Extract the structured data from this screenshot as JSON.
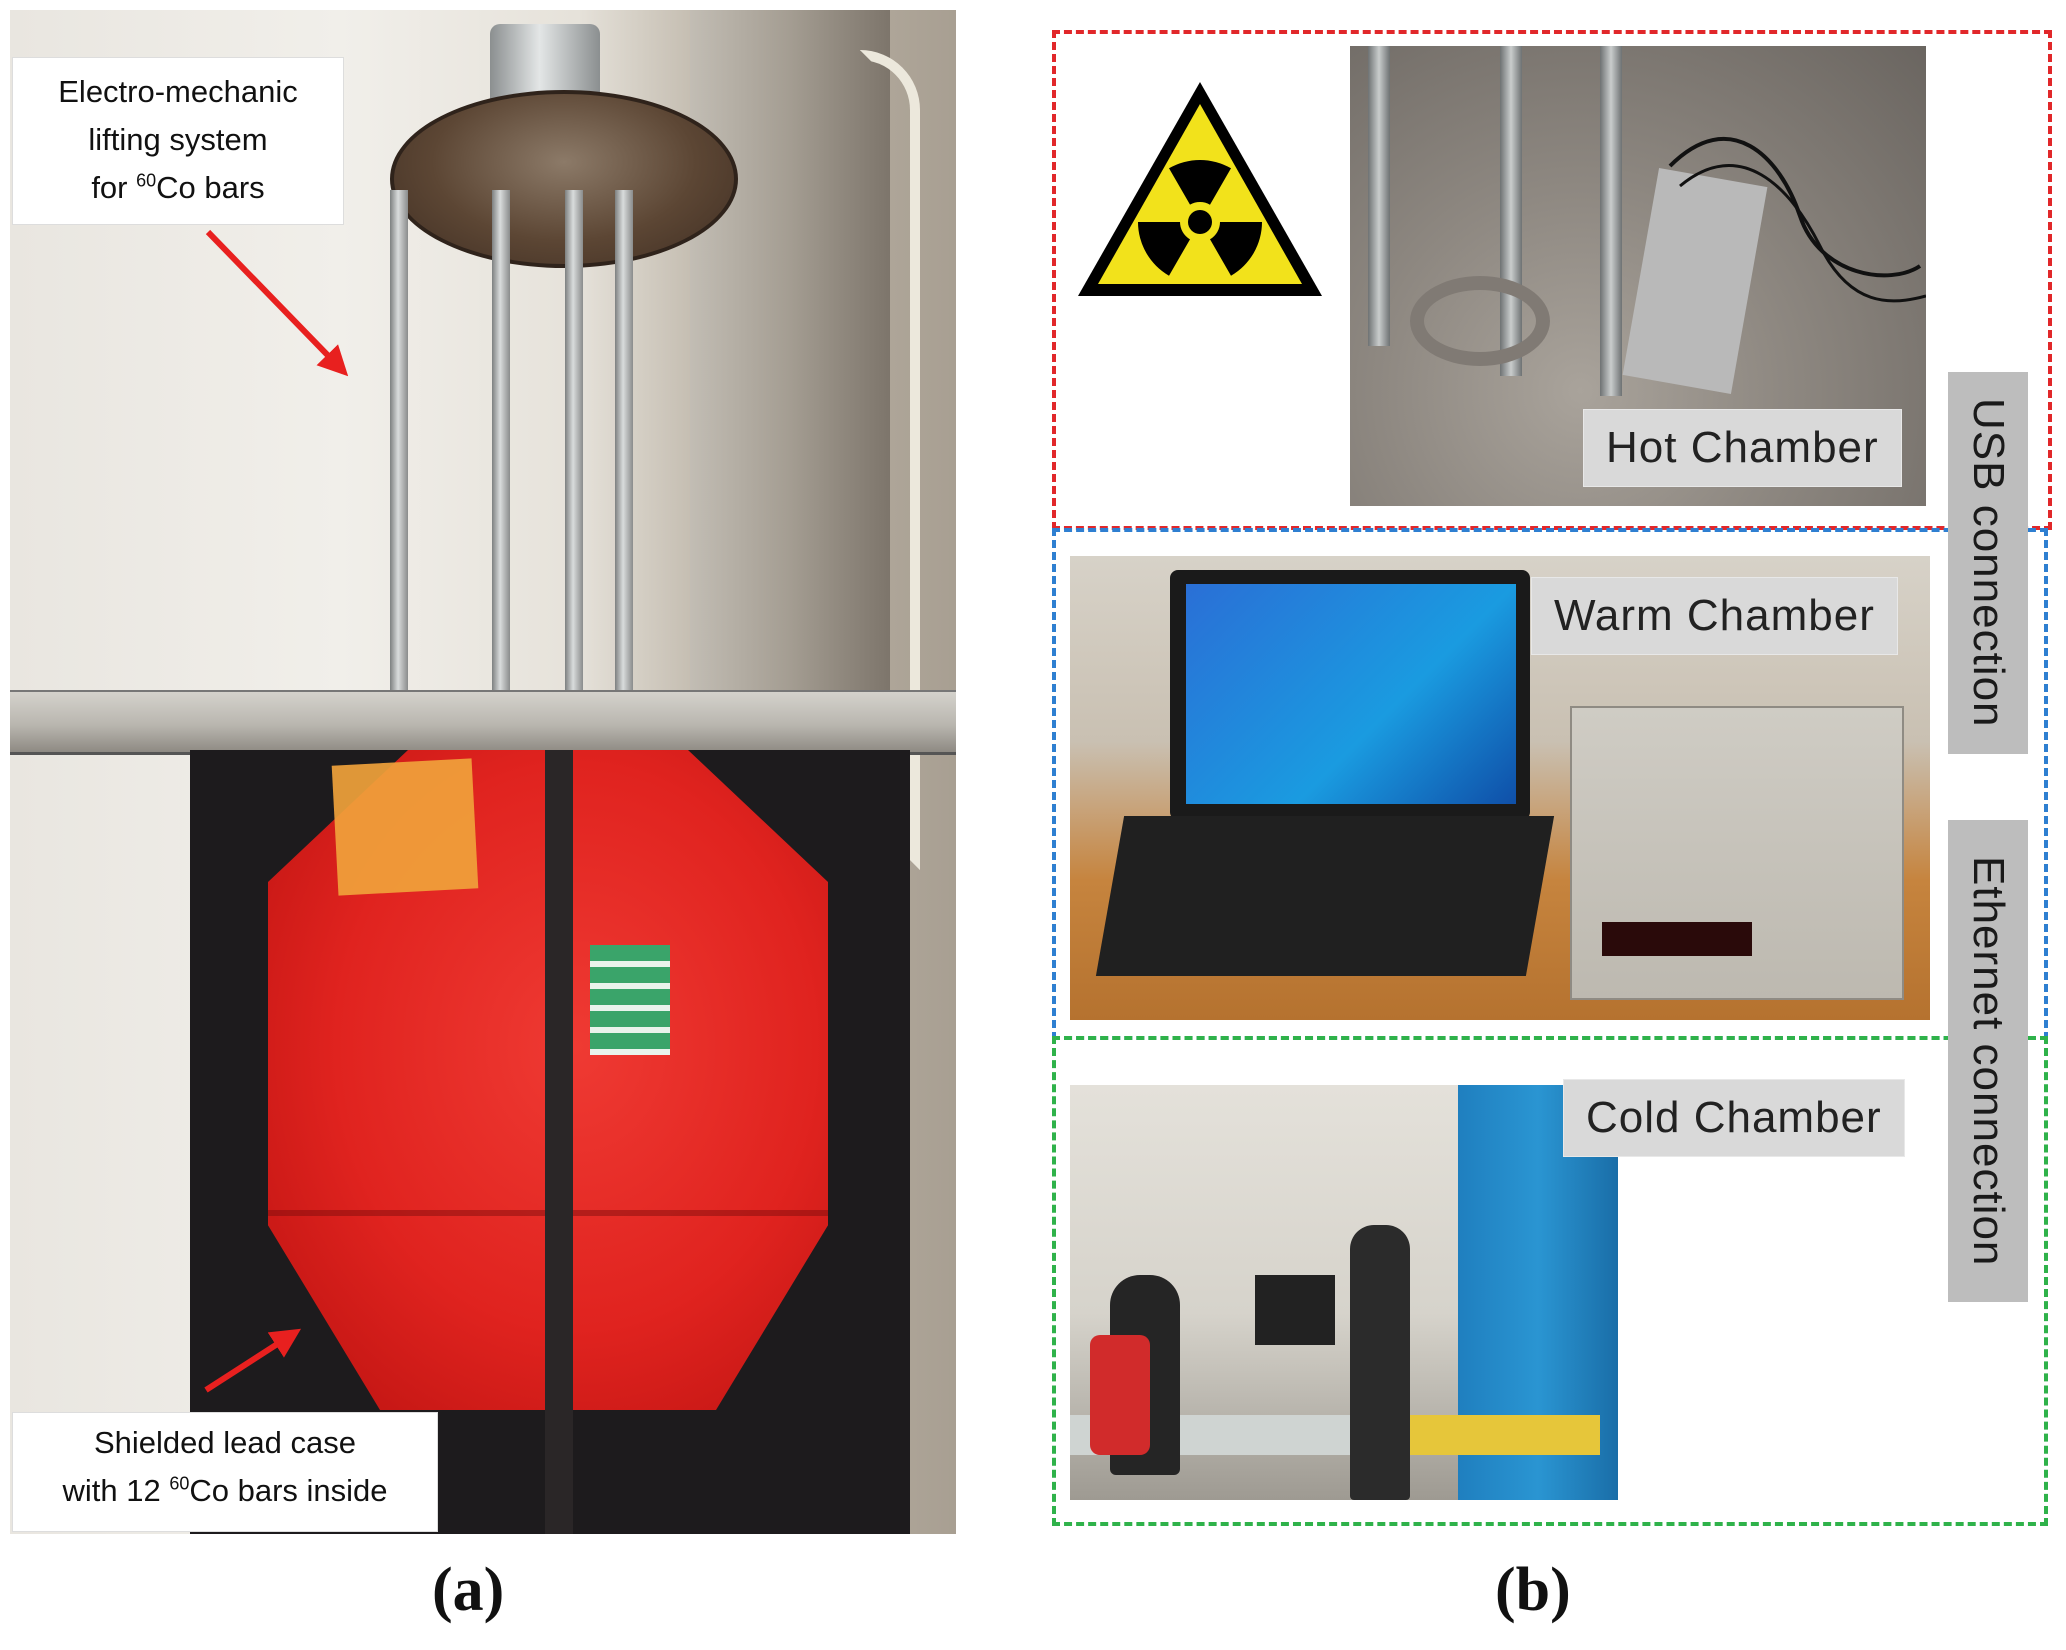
{
  "panel_a": {
    "letter": "(a)",
    "label_top": {
      "line1": "Electro-mechanic",
      "line2": "lifting system",
      "line3_pre": "for ",
      "line3_sup": "60",
      "line3_post": "Co bars"
    },
    "label_bottom": {
      "line1": "Shielded lead case",
      "line2_pre": "with 12 ",
      "line2_sup": "60",
      "line2_post": "Co bars inside"
    },
    "arrow_color": "#e8201f",
    "case_color": "#e0231f"
  },
  "panel_b": {
    "letter": "(b)",
    "chambers": {
      "hot": "Hot Chamber",
      "warm": "Warm Chamber",
      "cold": "Cold Chamber"
    },
    "connections": {
      "usb": "USB connection",
      "ethernet": "Ethernet connection"
    },
    "frame_colors": {
      "hot": "#e1272a",
      "warm": "#2e7fd1",
      "cold": "#2fb24a"
    },
    "hazard_icon": "radiation-icon",
    "hazard_color": "#f2e21b"
  }
}
